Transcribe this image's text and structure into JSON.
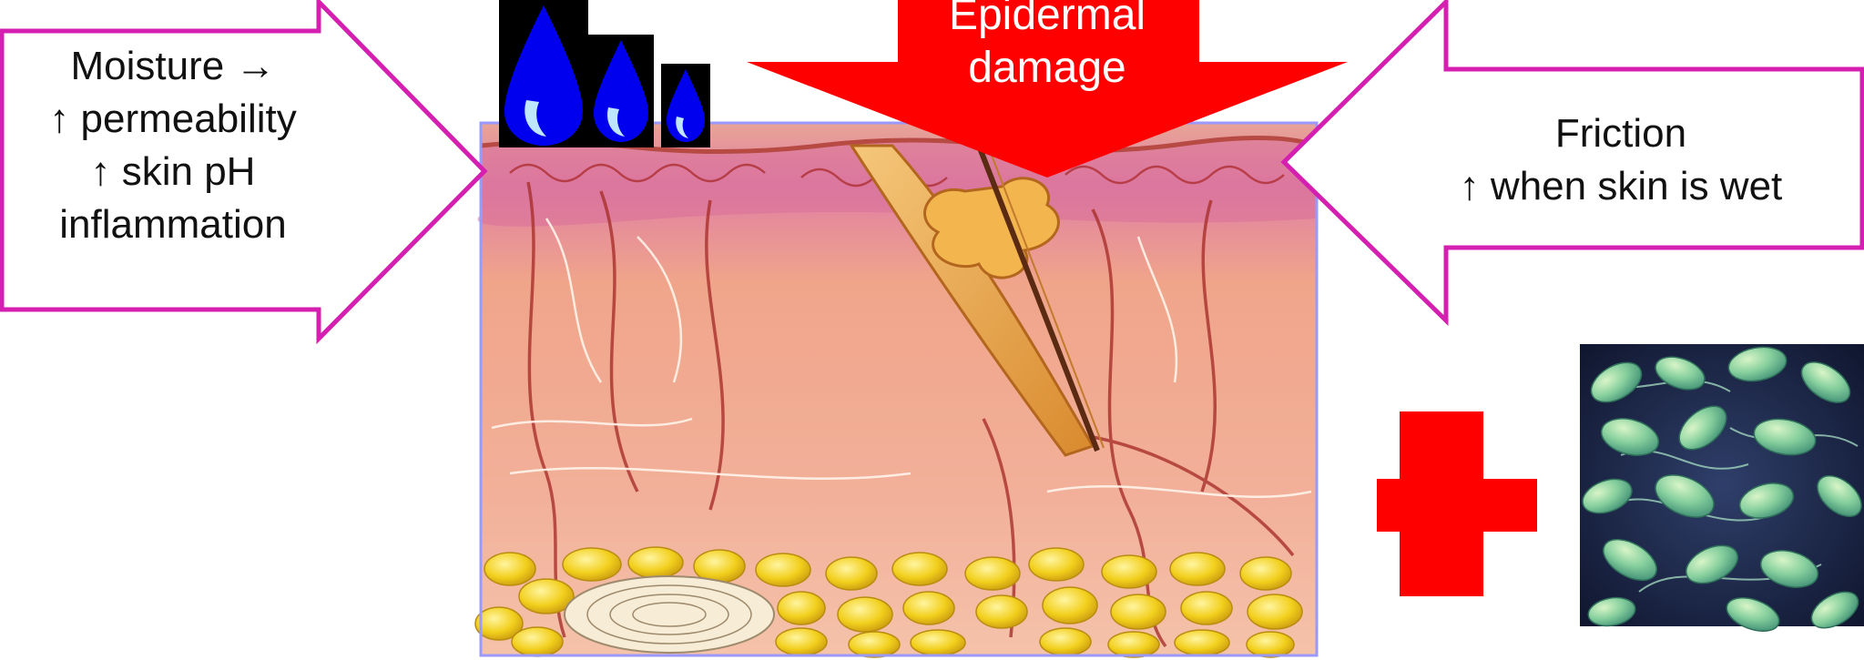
{
  "moisture_callout": {
    "lines": [
      "Moisture →",
      "↑ permeability",
      "↑ skin pH",
      "inflammation"
    ]
  },
  "friction_callout": {
    "lines": [
      "Friction",
      "↑ when skin is wet"
    ]
  },
  "damage_arrow": {
    "lines": [
      "Epidermal",
      "damage"
    ]
  },
  "colors": {
    "callout_border": "#d41fb0",
    "damage_arrow": "#ff0000",
    "plus_sign": "#ff0000",
    "water_drop": "#0000ee",
    "skin_frame": "#9999ff"
  },
  "icons": {
    "water_drops": "water-drop-icon",
    "plus": "plus-icon",
    "bacteria": "bacteria-image"
  }
}
